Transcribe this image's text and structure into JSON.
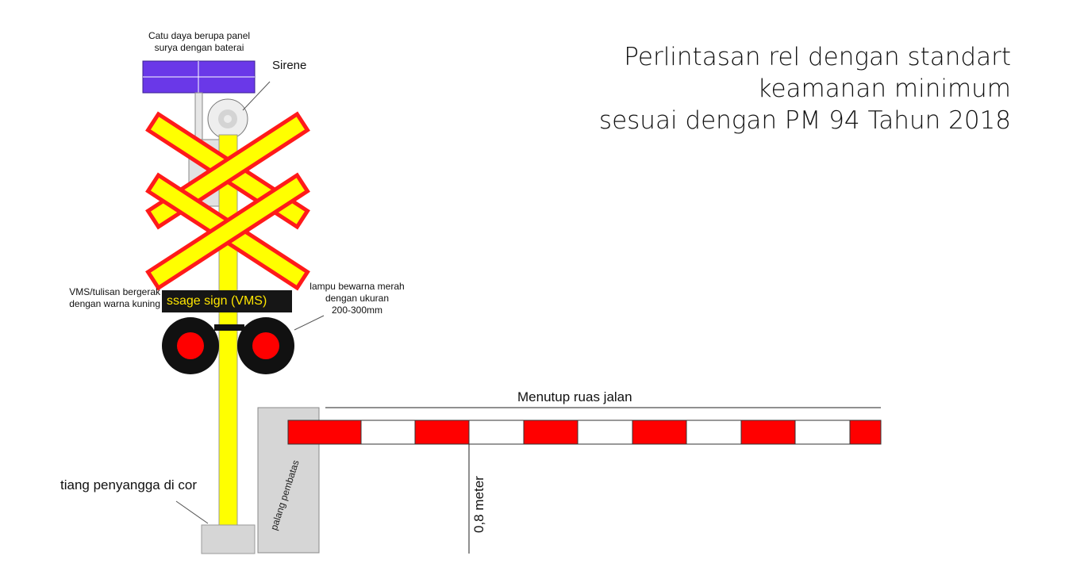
{
  "title": {
    "line1": "Perlintasan rel dengan standart",
    "line2": "keamanan minimum",
    "line3": "sesuai dengan PM 94 Tahun 2018"
  },
  "labels": {
    "power_line1": "Catu daya berupa panel",
    "power_line2": "surya dengan baterai",
    "siren": "Sirene",
    "vms_line1": "VMS/tulisan bergerak",
    "vms_line2": "dengan warna kuning",
    "vms_sign_text": "ssage sign (VMS)",
    "lamp_line1": "lampu bewarna merah",
    "lamp_line2": "dengan ukuran",
    "lamp_line3": "200-300mm",
    "road_close": "Menutup ruas jalan",
    "pole": "tiang penyangga di cor",
    "barrier_post": "palang pembatas",
    "height": "0,8 meter"
  },
  "colors": {
    "pole_yellow": "#ffff00",
    "cross_red": "#ff1a1a",
    "solar_purple": "#6a38e8",
    "lamp_red": "#ff0000",
    "lamp_black": "#111111",
    "vms_text": "#ffe600",
    "boom_red": "#ff0000",
    "concrete_gray": "#d6d6d6"
  }
}
